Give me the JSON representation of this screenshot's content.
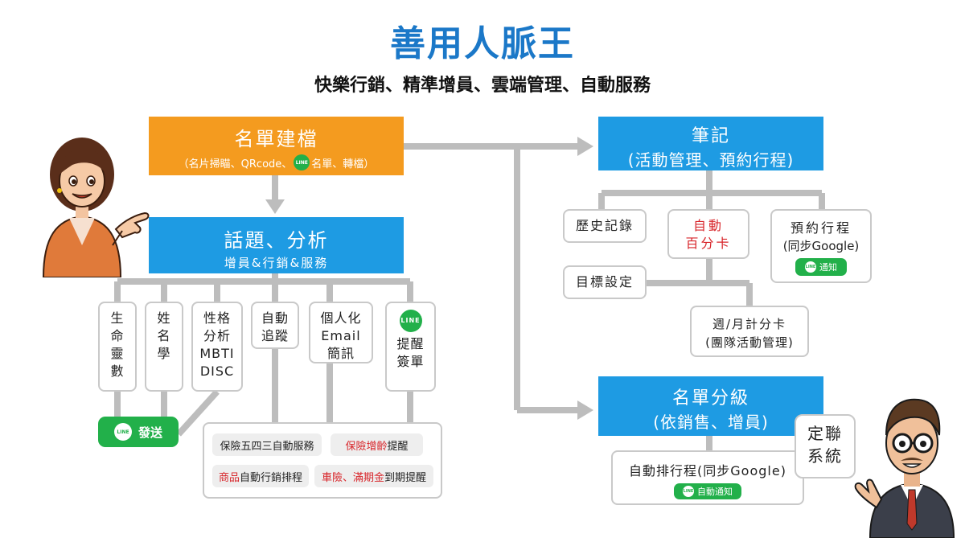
{
  "header": {
    "title": "善用人脈王",
    "subtitle": "快樂行銷、精準增員、雲端管理、自動服務"
  },
  "list_build": {
    "title": "名單建檔",
    "sub_before": "（名片掃瞄、QRcode、",
    "sub_after": "名單、轉檔）",
    "line_icon_text": "LINE"
  },
  "topic": {
    "title": "話題、分析",
    "sub": "增員&行銷&服務"
  },
  "left_cards": [
    {
      "text": "生\n命\n靈\n數"
    },
    {
      "text": "姓\n名\n學"
    },
    {
      "text": "性格\n分析\nMBTI\nDISC"
    },
    {
      "text": "自動\n追蹤"
    },
    {
      "text": "個人化\nEmail\n簡訊"
    },
    {
      "text": "提醒\n簽單"
    }
  ],
  "remind_icon_text": "LINE",
  "line_send": {
    "icon_text": "LINE",
    "label": "發送"
  },
  "services": {
    "c1": "保險五四三自動服務",
    "c2_red": "保險增齡",
    "c2_rest": "提醒",
    "c3_red": "商品",
    "c3_rest": "自動行銷排程",
    "c4_red": "車險、滿期金",
    "c4_rest": "到期提醒"
  },
  "notes": {
    "title": "筆記",
    "sub": "(活動管理、預約行程)"
  },
  "history": "歷史記錄",
  "auto_card": "自動\n百分卡",
  "appoint": {
    "title": "預約行程",
    "sub": "(同步Google)",
    "notify_icon": "LINE",
    "notify": "通知"
  },
  "target": "目標設定",
  "week_month": {
    "line1": "週/月計分卡",
    "line2": "(團隊活動管理)"
  },
  "grading": {
    "title": "名單分級",
    "sub": "(依銷售、增員)"
  },
  "schedule": {
    "title": "自動排行程(同步Google)",
    "notify_icon": "LINE",
    "notify": "自動通知"
  },
  "contact_system": "定聯\n系統",
  "colors": {
    "title_blue": "#1b78c8",
    "box_blue": "#1e9be3",
    "box_orange": "#f49b1f",
    "line_green": "#22b04a",
    "connector_gray": "#bdbdbd",
    "highlight_red": "#d8262b"
  },
  "icons": [
    "line-app-icon",
    "businesswoman-illustration",
    "businessman-illustration",
    "arrow-right-icon",
    "arrow-down-icon"
  ]
}
